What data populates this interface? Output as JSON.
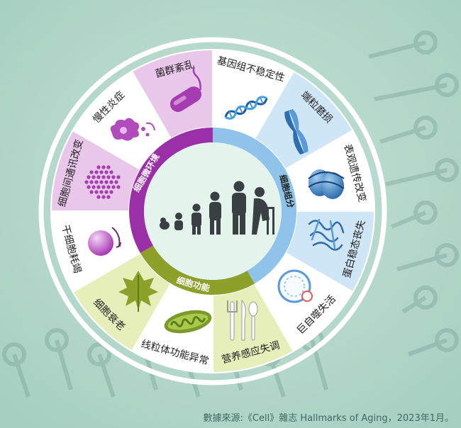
{
  "hallmarks": [
    "基因组不稳定性",
    "端粒磨损",
    "表观遗传改变",
    "蛋白稳态丧失",
    "巨自噬失活",
    "营养感应失调",
    "线粒体功能异常",
    "细胞衰老",
    "干细胞耗竭",
    "细胞间通讯改变",
    "慢性炎症",
    "菌群紊乱"
  ],
  "categories": [
    "细胞组分",
    "细胞功能",
    "细胞微环境"
  ],
  "source": "數據來源:《Cell》雜志 Hallmarks of Aging，2023年1月。",
  "colors": {
    "background": "#b5d8cc",
    "blue_ring": "#8fc3ea",
    "green_ring": "#8da02a",
    "purple_ring": "#9a2fa8",
    "blue_tile": "#cfe6f6",
    "green_tile": "#e6efba",
    "purple_tile": "#e9c7ea",
    "white_tile": "#ffffff"
  },
  "icons": [
    "dna-helix-icon",
    "chromosome-icon",
    "nucleosome-icon",
    "protein-structure-icon",
    "lysosome-icon",
    "fork-knife-spoon-icon",
    "mitochondrion-icon",
    "leaf-icon",
    "stem-cell-icon",
    "cell-dots-icon",
    "macrophage-icon",
    "bacterium-icon"
  ]
}
